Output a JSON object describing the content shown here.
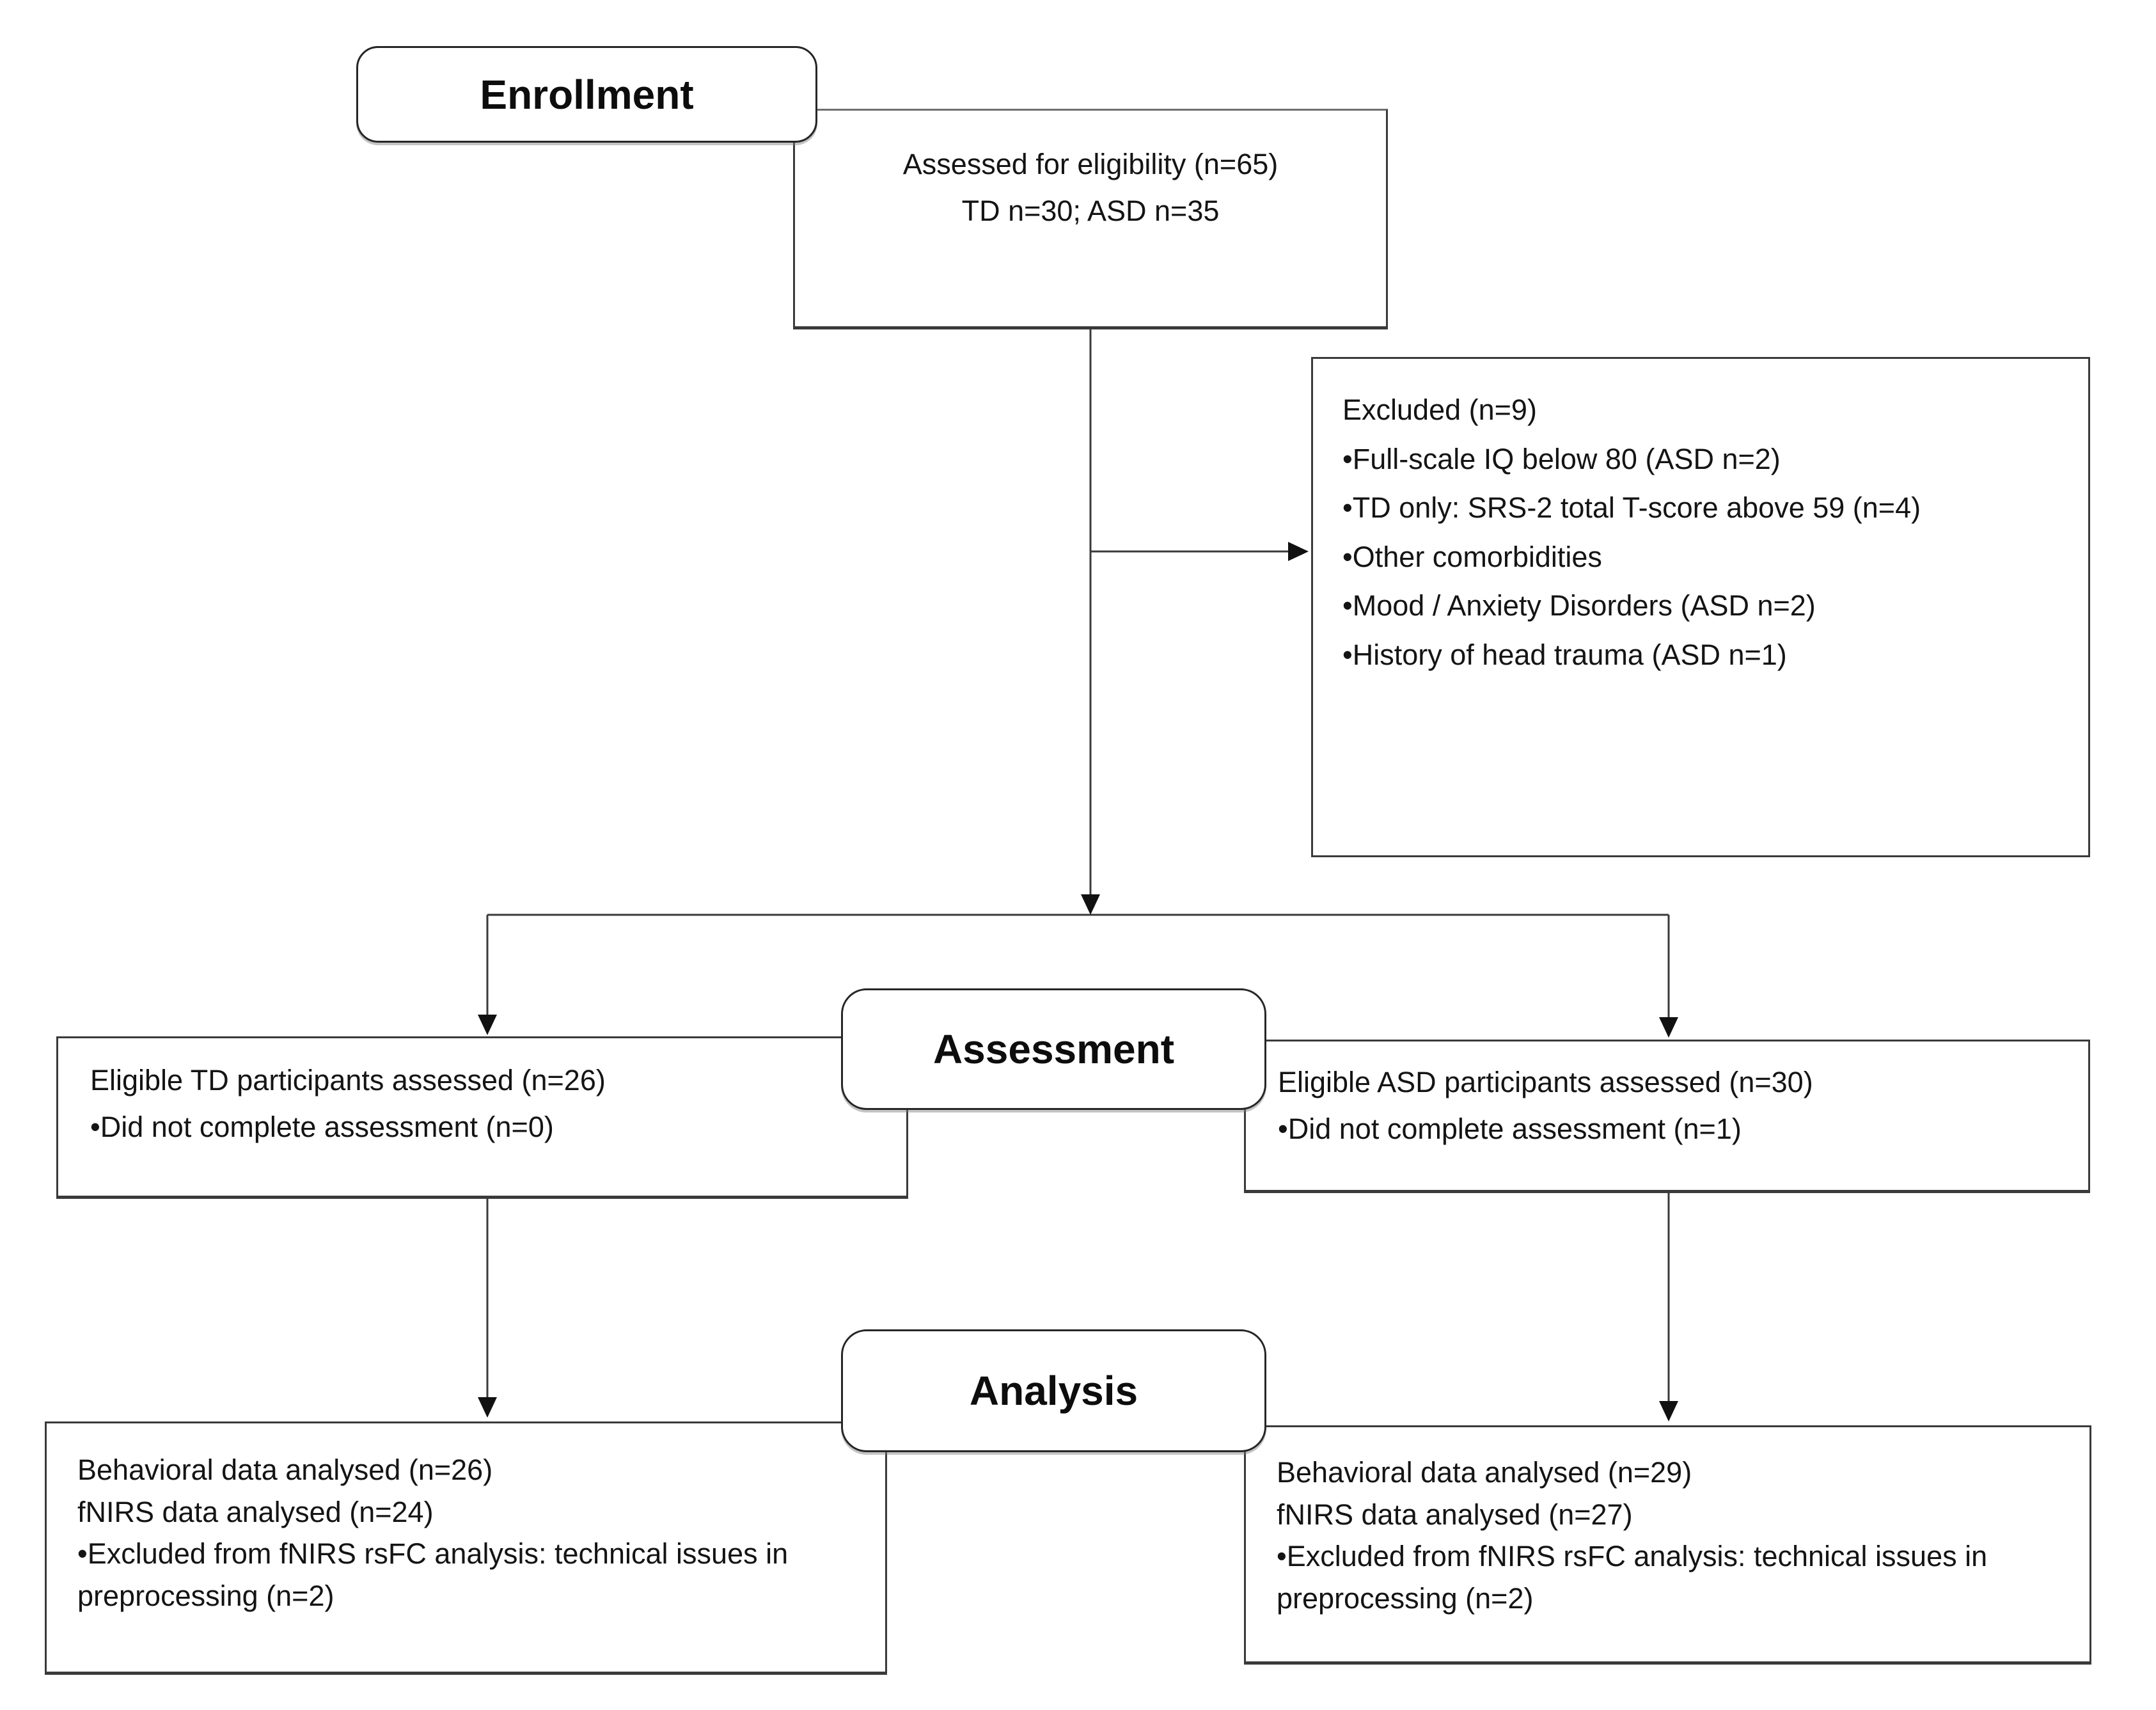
{
  "stages": {
    "enrollment": "Enrollment",
    "assessment": "Assessment",
    "analysis": "Analysis"
  },
  "boxes": {
    "assessed": {
      "line1": "Assessed for eligibility (n=65)",
      "line2": "TD n=30; ASD n=35"
    },
    "excluded": {
      "title": "Excluded (n=9)",
      "items": [
        "•Full-scale IQ below 80 (ASD n=2)",
        "•TD only: SRS-2 total T-score above 59 (n=4)",
        "•Other comorbidities",
        "•Mood / Anxiety Disorders (ASD n=2)",
        "•History of head trauma (ASD n=1)"
      ]
    },
    "td_assessed": {
      "line1": "Eligible TD participants assessed (n=26)",
      "line2": "•Did not complete assessment (n=0)"
    },
    "asd_assessed": {
      "line1": "Eligible ASD participants assessed (n=30)",
      "line2": "•Did not complete assessment (n=1)"
    },
    "td_analysis": {
      "line1": "Behavioral data analysed (n=26)",
      "line2": "fNIRS data analysed (n=24)",
      "line3": "•Excluded from fNIRS rsFC analysis: technical issues in preprocessing (n=2)"
    },
    "asd_analysis": {
      "line1": "Behavioral data analysed (n=29)",
      "line2": "fNIRS data analysed (n=27)",
      "line3": "•Excluded from fNIRS rsFC analysis: technical issues in preprocessing (n=2)"
    }
  },
  "colors": {
    "background": "#ffffff",
    "border": "#3a3a3a",
    "connector_line": "#3a3a3a",
    "arrowhead": "#111111",
    "text": "#141414"
  }
}
